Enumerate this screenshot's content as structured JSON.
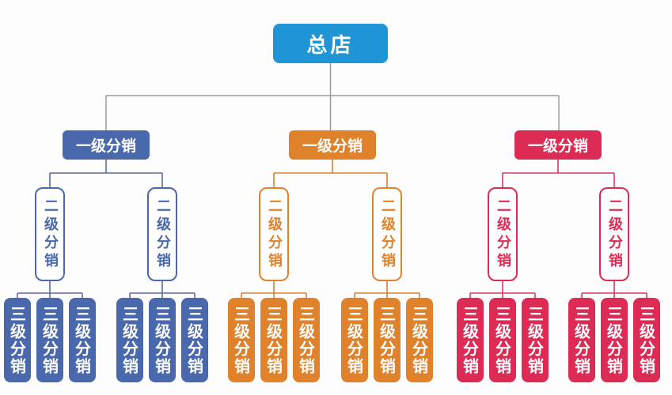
{
  "diagram": {
    "root": {
      "label": "总店",
      "color": "#2095D5"
    },
    "level_labels": {
      "level1": "一级分销",
      "level2": "二级分销",
      "level3": "三级分销"
    },
    "branches": [
      {
        "name": "blue",
        "color": "#4A68AC",
        "line_color": "#5B6CA0",
        "level2_nodes": 2,
        "level3_nodes_per_level2": 3
      },
      {
        "name": "orange",
        "color": "#E0812C",
        "line_color": "#D9822F",
        "level2_nodes": 2,
        "level3_nodes_per_level2": 3
      },
      {
        "name": "red",
        "color": "#DC2C55",
        "line_color": "#D93A60",
        "level2_nodes": 2,
        "level3_nodes_per_level2": 3
      }
    ],
    "connector_color": "#9B9B9B",
    "background": "#FDFDFD",
    "node_text_color": "#FFFFFF"
  }
}
